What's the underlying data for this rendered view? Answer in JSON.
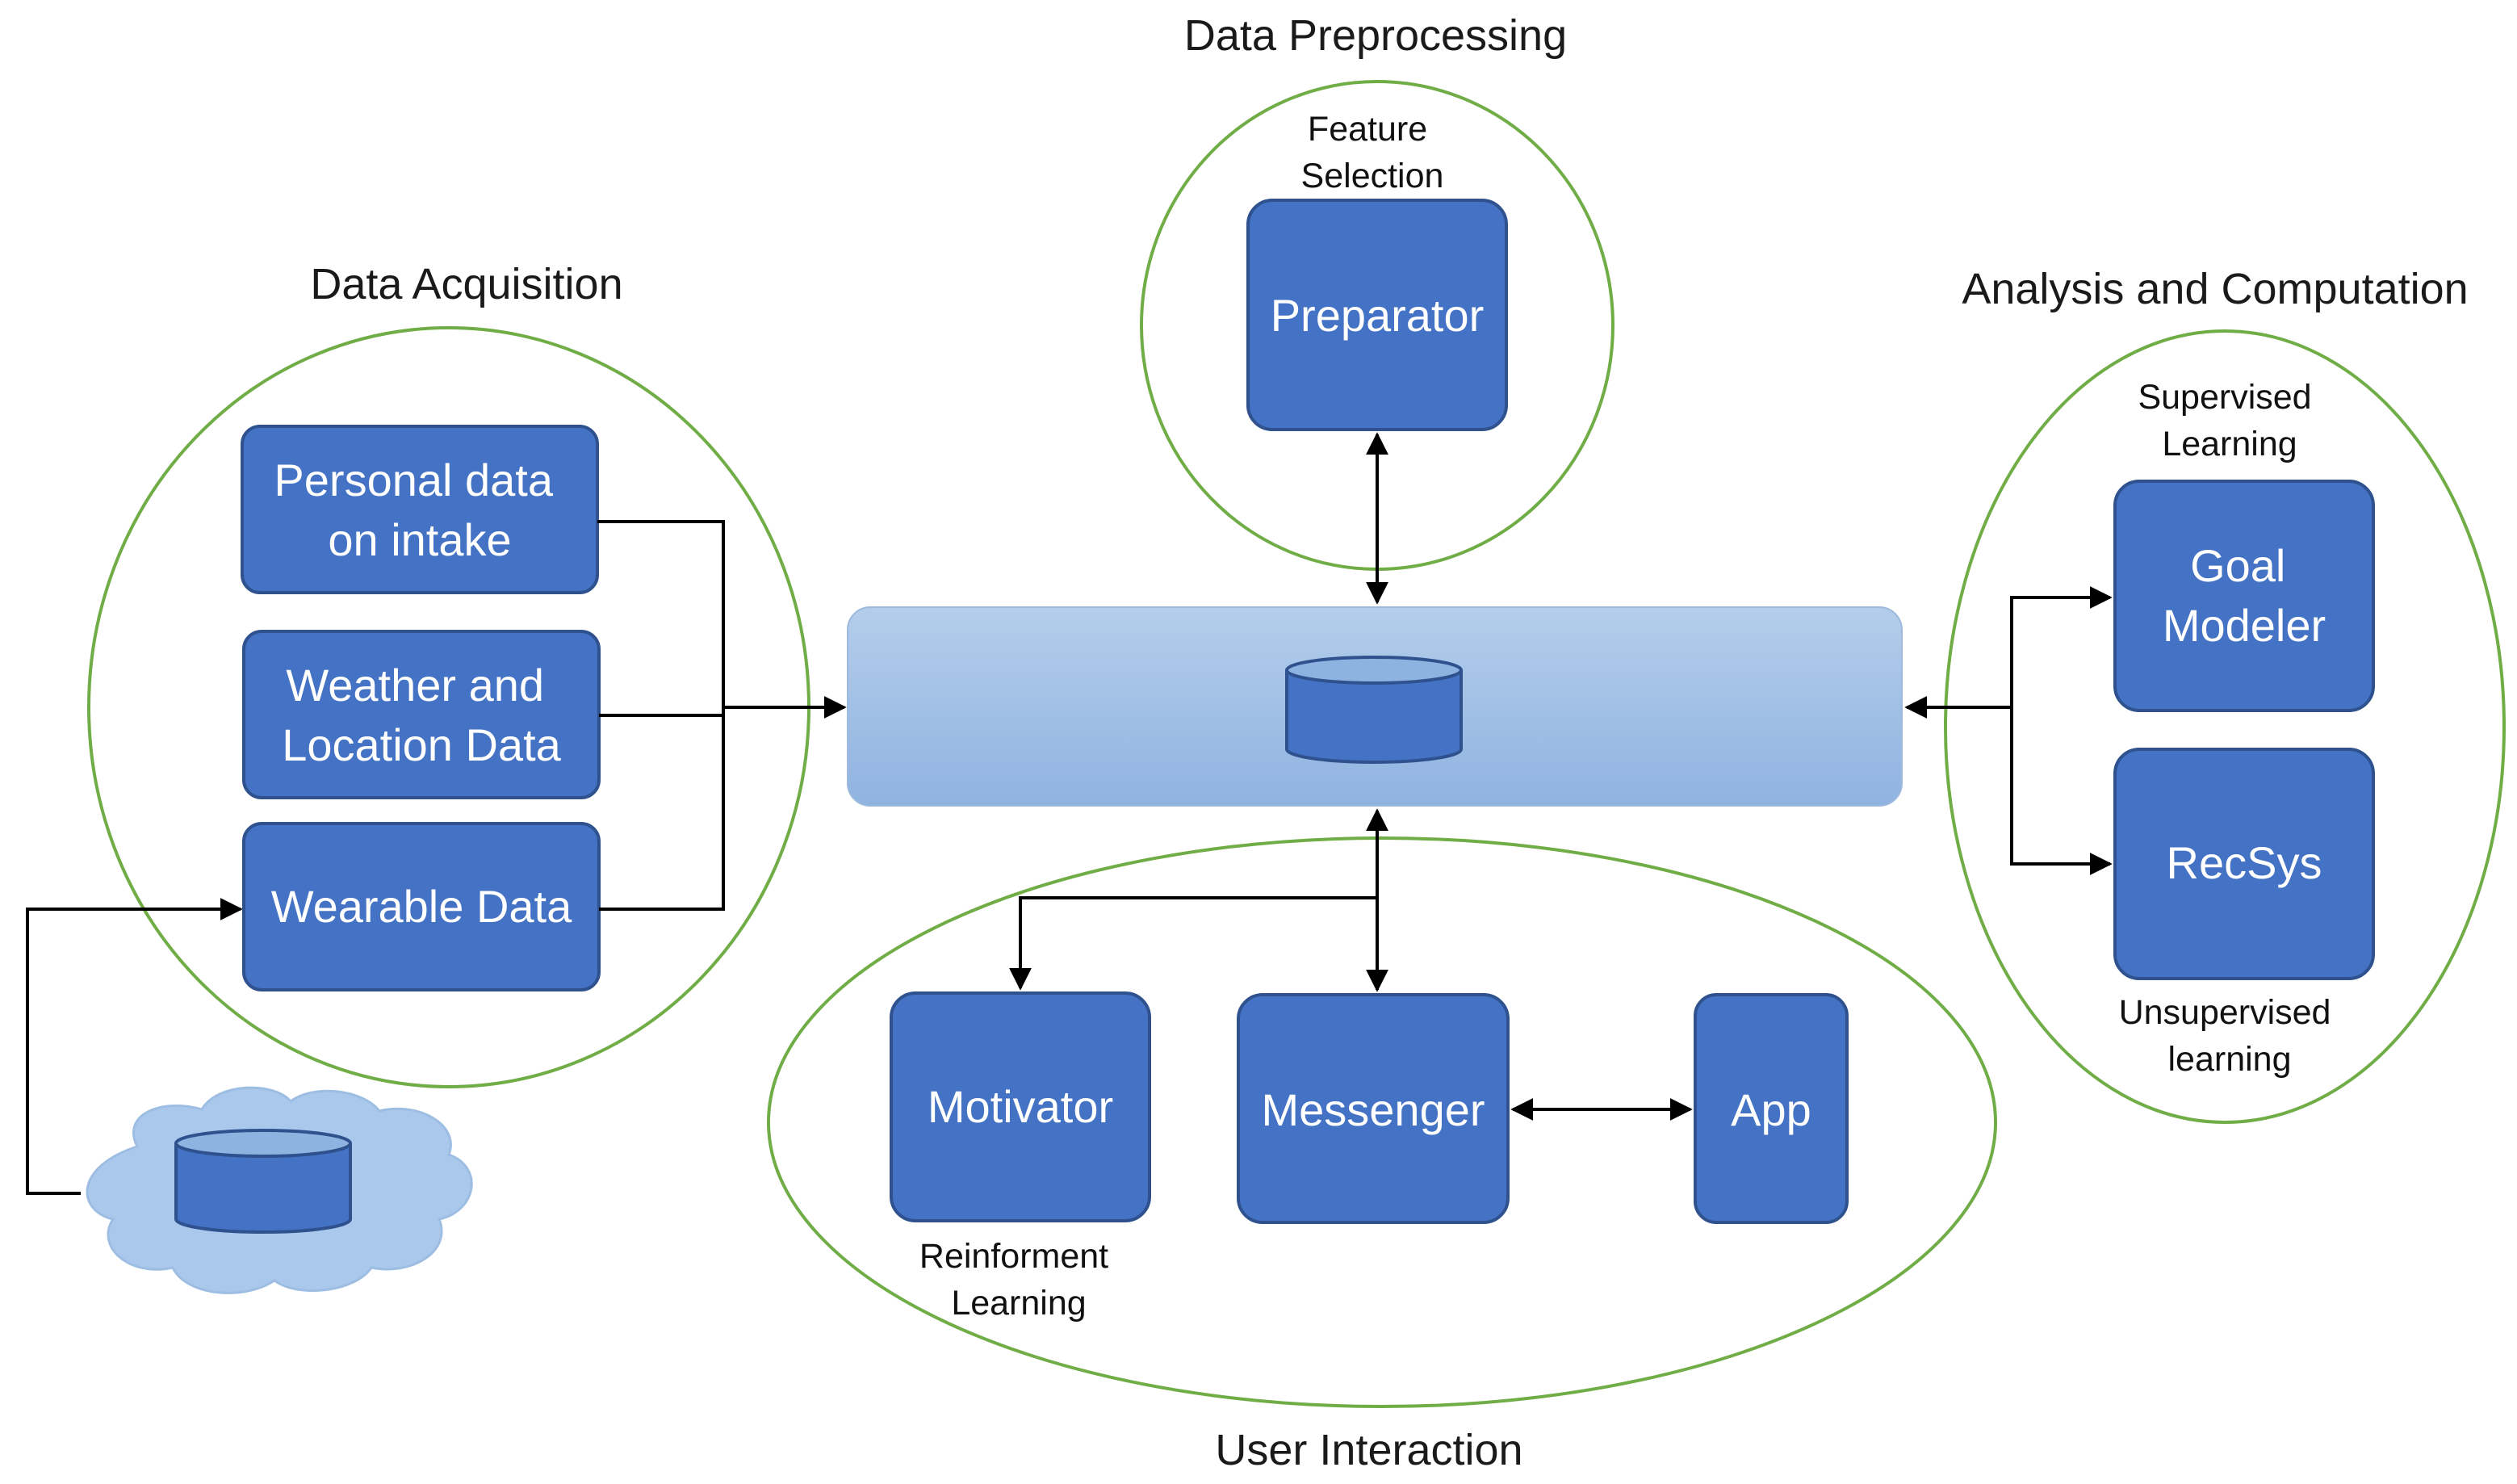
{
  "groups": {
    "data_acquisition": {
      "title": "Data Acquisition"
    },
    "data_preprocessing": {
      "title": "Data Preprocessing",
      "note": [
        "Feature",
        "Selection"
      ]
    },
    "analysis_computation": {
      "title": "Analysis and Computation",
      "note_top": [
        "Supervised",
        "Learning"
      ],
      "note_bottom": [
        "Unsupervised",
        "learning"
      ]
    },
    "user_interaction": {
      "title": "User Interaction",
      "note": [
        "Reinforment",
        "Learning"
      ]
    }
  },
  "boxes": {
    "personal_data": [
      "Personal data",
      "on intake"
    ],
    "weather_location": [
      "Weather and",
      "Location Data"
    ],
    "wearable": [
      "Wearable Data"
    ],
    "preparator": [
      "Preparator"
    ],
    "goal_modeler": [
      "Goal",
      "Modeler"
    ],
    "recsys": [
      "RecSys"
    ],
    "motivator": [
      "Motivator"
    ],
    "messenger": [
      "Messenger"
    ],
    "app": [
      "App"
    ]
  },
  "colors": {
    "box_fill": "#4472C4",
    "box_stroke": "#2F528F",
    "ellipse_stroke": "#70AD47",
    "hub_fill_top": "#B4CDEB",
    "hub_fill_bottom": "#8FB3E0",
    "cloud_fill": "#A9C8EC"
  }
}
